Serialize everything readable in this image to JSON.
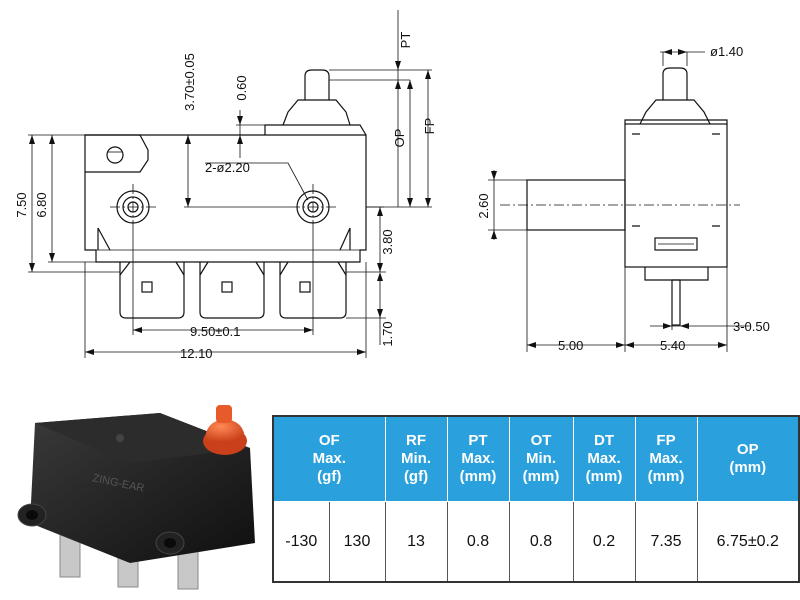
{
  "dimensions": {
    "pt": "PT",
    "dia140": "ø1.40",
    "d370": "3.70±0.05",
    "d060": "0.60",
    "op": "OP",
    "fp": "FP",
    "holes": "2-ø2.20",
    "d750": "7.50",
    "d680": "6.80",
    "d380": "3.80",
    "d170": "1.70",
    "d950": "9.50±0.1",
    "d1210": "12.10",
    "d260": "2.60",
    "d500": "5.00",
    "d540": "5.40",
    "d3050": "3-0.50"
  },
  "photo": {
    "body_label": "ZING-EAR"
  },
  "spec_table": {
    "headers": [
      {
        "lines": [
          "OF",
          "Max.",
          "(gf)"
        ]
      },
      {
        "lines": [
          "RF",
          "Min.",
          "(gf)"
        ]
      },
      {
        "lines": [
          "PT",
          "Max.",
          "(mm)"
        ]
      },
      {
        "lines": [
          "OT",
          "Min.",
          "(mm)"
        ]
      },
      {
        "lines": [
          "DT",
          "Max.",
          "(mm)"
        ]
      },
      {
        "lines": [
          "FP",
          "Max.",
          "(mm)"
        ]
      },
      {
        "lines": [
          "OP",
          "(mm)"
        ]
      }
    ],
    "values": [
      "-130",
      "130",
      "13",
      "0.8",
      "0.8",
      "0.2",
      "7.35",
      "6.75±0.2"
    ]
  },
  "colors": {
    "header_bg": "#2aa0dc",
    "plunger": "#e85a2a",
    "body": "#1a1a1a"
  }
}
